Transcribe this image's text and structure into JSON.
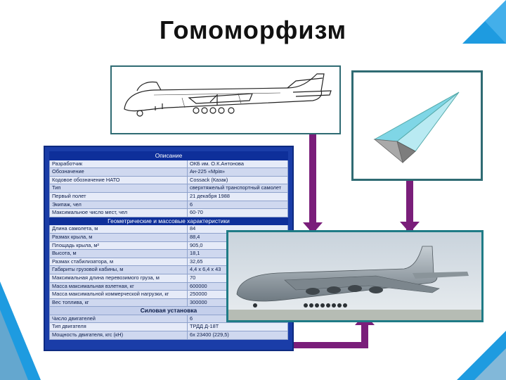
{
  "slide": {
    "title": "Гомоморфизм",
    "accent_color": "#1e9be0",
    "connector_color": "#7a1e7a"
  },
  "images": {
    "drawing": "airplane-line-drawing",
    "paper": "paper-airplane",
    "photo": "cargo-airplane-photo"
  },
  "spec_table": {
    "sections": [
      {
        "heading": "Описание",
        "style": "dark",
        "rows": [
          [
            "Разработчик",
            "ОКБ им. О.К.Антонова"
          ],
          [
            "Обозначение",
            "Ан-225 «Мрія»"
          ],
          [
            "Кодовое обозначение НАТО",
            "Cossack (Казак)"
          ],
          [
            "Тип",
            "сверхтяжелый транспортный самолет"
          ],
          [
            "Первый полет",
            "21 декабря 1988"
          ],
          [
            "Экипаж, чел",
            "6"
          ],
          [
            "Максимальное число мест, чел",
            "60-70"
          ]
        ]
      },
      {
        "heading": "Геометрические и массовые характеристики",
        "style": "dark",
        "rows": [
          [
            "Длина самолета, м",
            "84"
          ],
          [
            "Размах крыла, м",
            "88,4"
          ],
          [
            "Площадь крыла, м²",
            "905,0"
          ],
          [
            "Высота, м",
            "18,1"
          ],
          [
            "Размах стабилизатора, м",
            "32,65"
          ],
          [
            "Габариты грузовой кабины, м",
            "4,4 х 6,4 х 43"
          ],
          [
            "Максимальная длина перевозимого груза, м",
            "70"
          ],
          [
            "Масса максимальная взлетная, кг",
            "600000"
          ],
          [
            "Масса максимальной коммерческой нагрузки, кг",
            "250000"
          ],
          [
            "Вес топлива, кг",
            "300000"
          ]
        ]
      },
      {
        "heading": "Силовая установка",
        "style": "light",
        "rows": [
          [
            "Число двигателей",
            "6"
          ],
          [
            "Тип двигателя",
            "ТРДД Д-18Т"
          ],
          [
            "Мощность двигателя, кгс (кН)",
            "6х 23400 (229,5)"
          ]
        ]
      }
    ]
  }
}
